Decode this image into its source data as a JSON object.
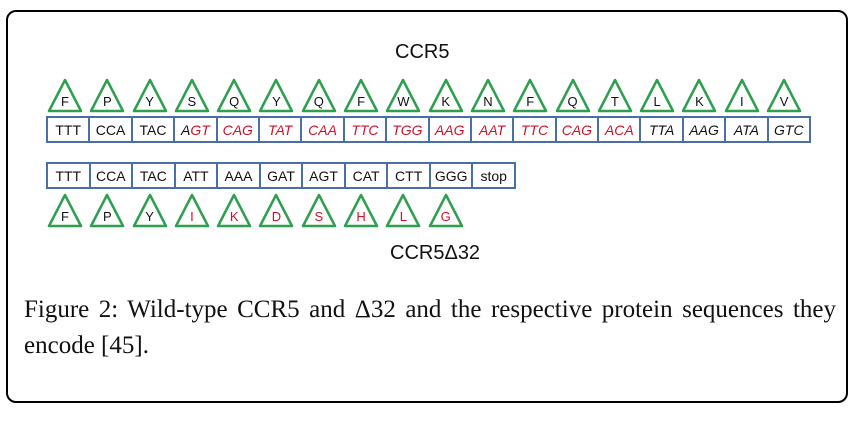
{
  "figure": {
    "title_top": "CCR5",
    "title_bottom": "CCR5Δ32",
    "colors": {
      "triangle_stroke": "#2e9e4f",
      "codon_border": "#4a6fa5",
      "mutant_text": "#d0102a",
      "normal_text": "#111111"
    },
    "wild_type": {
      "amino_acids": [
        {
          "aa": "F",
          "color": "black"
        },
        {
          "aa": "P",
          "color": "black"
        },
        {
          "aa": "Y",
          "color": "black"
        },
        {
          "aa": "S",
          "color": "black"
        },
        {
          "aa": "Q",
          "color": "black"
        },
        {
          "aa": "Y",
          "color": "black"
        },
        {
          "aa": "Q",
          "color": "black"
        },
        {
          "aa": "F",
          "color": "black"
        },
        {
          "aa": "W",
          "color": "black"
        },
        {
          "aa": "K",
          "color": "black"
        },
        {
          "aa": "N",
          "color": "black"
        },
        {
          "aa": "F",
          "color": "black"
        },
        {
          "aa": "Q",
          "color": "black"
        },
        {
          "aa": "T",
          "color": "black"
        },
        {
          "aa": "L",
          "color": "black"
        },
        {
          "aa": "K",
          "color": "black"
        },
        {
          "aa": "I",
          "color": "black"
        },
        {
          "aa": "V",
          "color": "black"
        }
      ],
      "codons": [
        {
          "seq": "TTT",
          "style": "normal"
        },
        {
          "seq": "CCA",
          "style": "normal"
        },
        {
          "seq": "TAC",
          "style": "normal"
        },
        {
          "seq": "AGT",
          "style": "mixed",
          "parts": [
            {
              "t": "A",
              "c": "black"
            },
            {
              "t": "GT",
              "c": "red"
            }
          ]
        },
        {
          "seq": "CAG",
          "style": "red-italic"
        },
        {
          "seq": "TAT",
          "style": "red-italic"
        },
        {
          "seq": "CAA",
          "style": "red-italic"
        },
        {
          "seq": "TTC",
          "style": "red-italic"
        },
        {
          "seq": "TGG",
          "style": "red-italic"
        },
        {
          "seq": "AAG",
          "style": "red-italic"
        },
        {
          "seq": "AAT",
          "style": "red-italic"
        },
        {
          "seq": "TTC",
          "style": "red-italic"
        },
        {
          "seq": "CAG",
          "style": "red-italic"
        },
        {
          "seq": "ACA",
          "style": "red-italic"
        },
        {
          "seq": "TTA",
          "style": "black-italic"
        },
        {
          "seq": "AAG",
          "style": "black-italic"
        },
        {
          "seq": "ATA",
          "style": "black-italic"
        },
        {
          "seq": "GTC",
          "style": "black-italic"
        }
      ]
    },
    "delta32": {
      "codons": [
        {
          "seq": "TTT"
        },
        {
          "seq": "CCA"
        },
        {
          "seq": "TAC"
        },
        {
          "seq": "ATT"
        },
        {
          "seq": "AAA"
        },
        {
          "seq": "GAT"
        },
        {
          "seq": "AGT"
        },
        {
          "seq": "CAT"
        },
        {
          "seq": "CTT"
        },
        {
          "seq": "GGG"
        },
        {
          "seq": "stop"
        }
      ],
      "amino_acids": [
        {
          "aa": "F",
          "color": "black"
        },
        {
          "aa": "P",
          "color": "black"
        },
        {
          "aa": "Y",
          "color": "black"
        },
        {
          "aa": "I",
          "color": "red"
        },
        {
          "aa": "K",
          "color": "red"
        },
        {
          "aa": "D",
          "color": "red"
        },
        {
          "aa": "S",
          "color": "red"
        },
        {
          "aa": "H",
          "color": "red"
        },
        {
          "aa": "L",
          "color": "red"
        },
        {
          "aa": "G",
          "color": "red"
        }
      ]
    }
  },
  "caption": {
    "label": "Figure 2:",
    "text": " Wild-type CCR5 and Δ32 and the respective protein sequences they encode [45]."
  }
}
